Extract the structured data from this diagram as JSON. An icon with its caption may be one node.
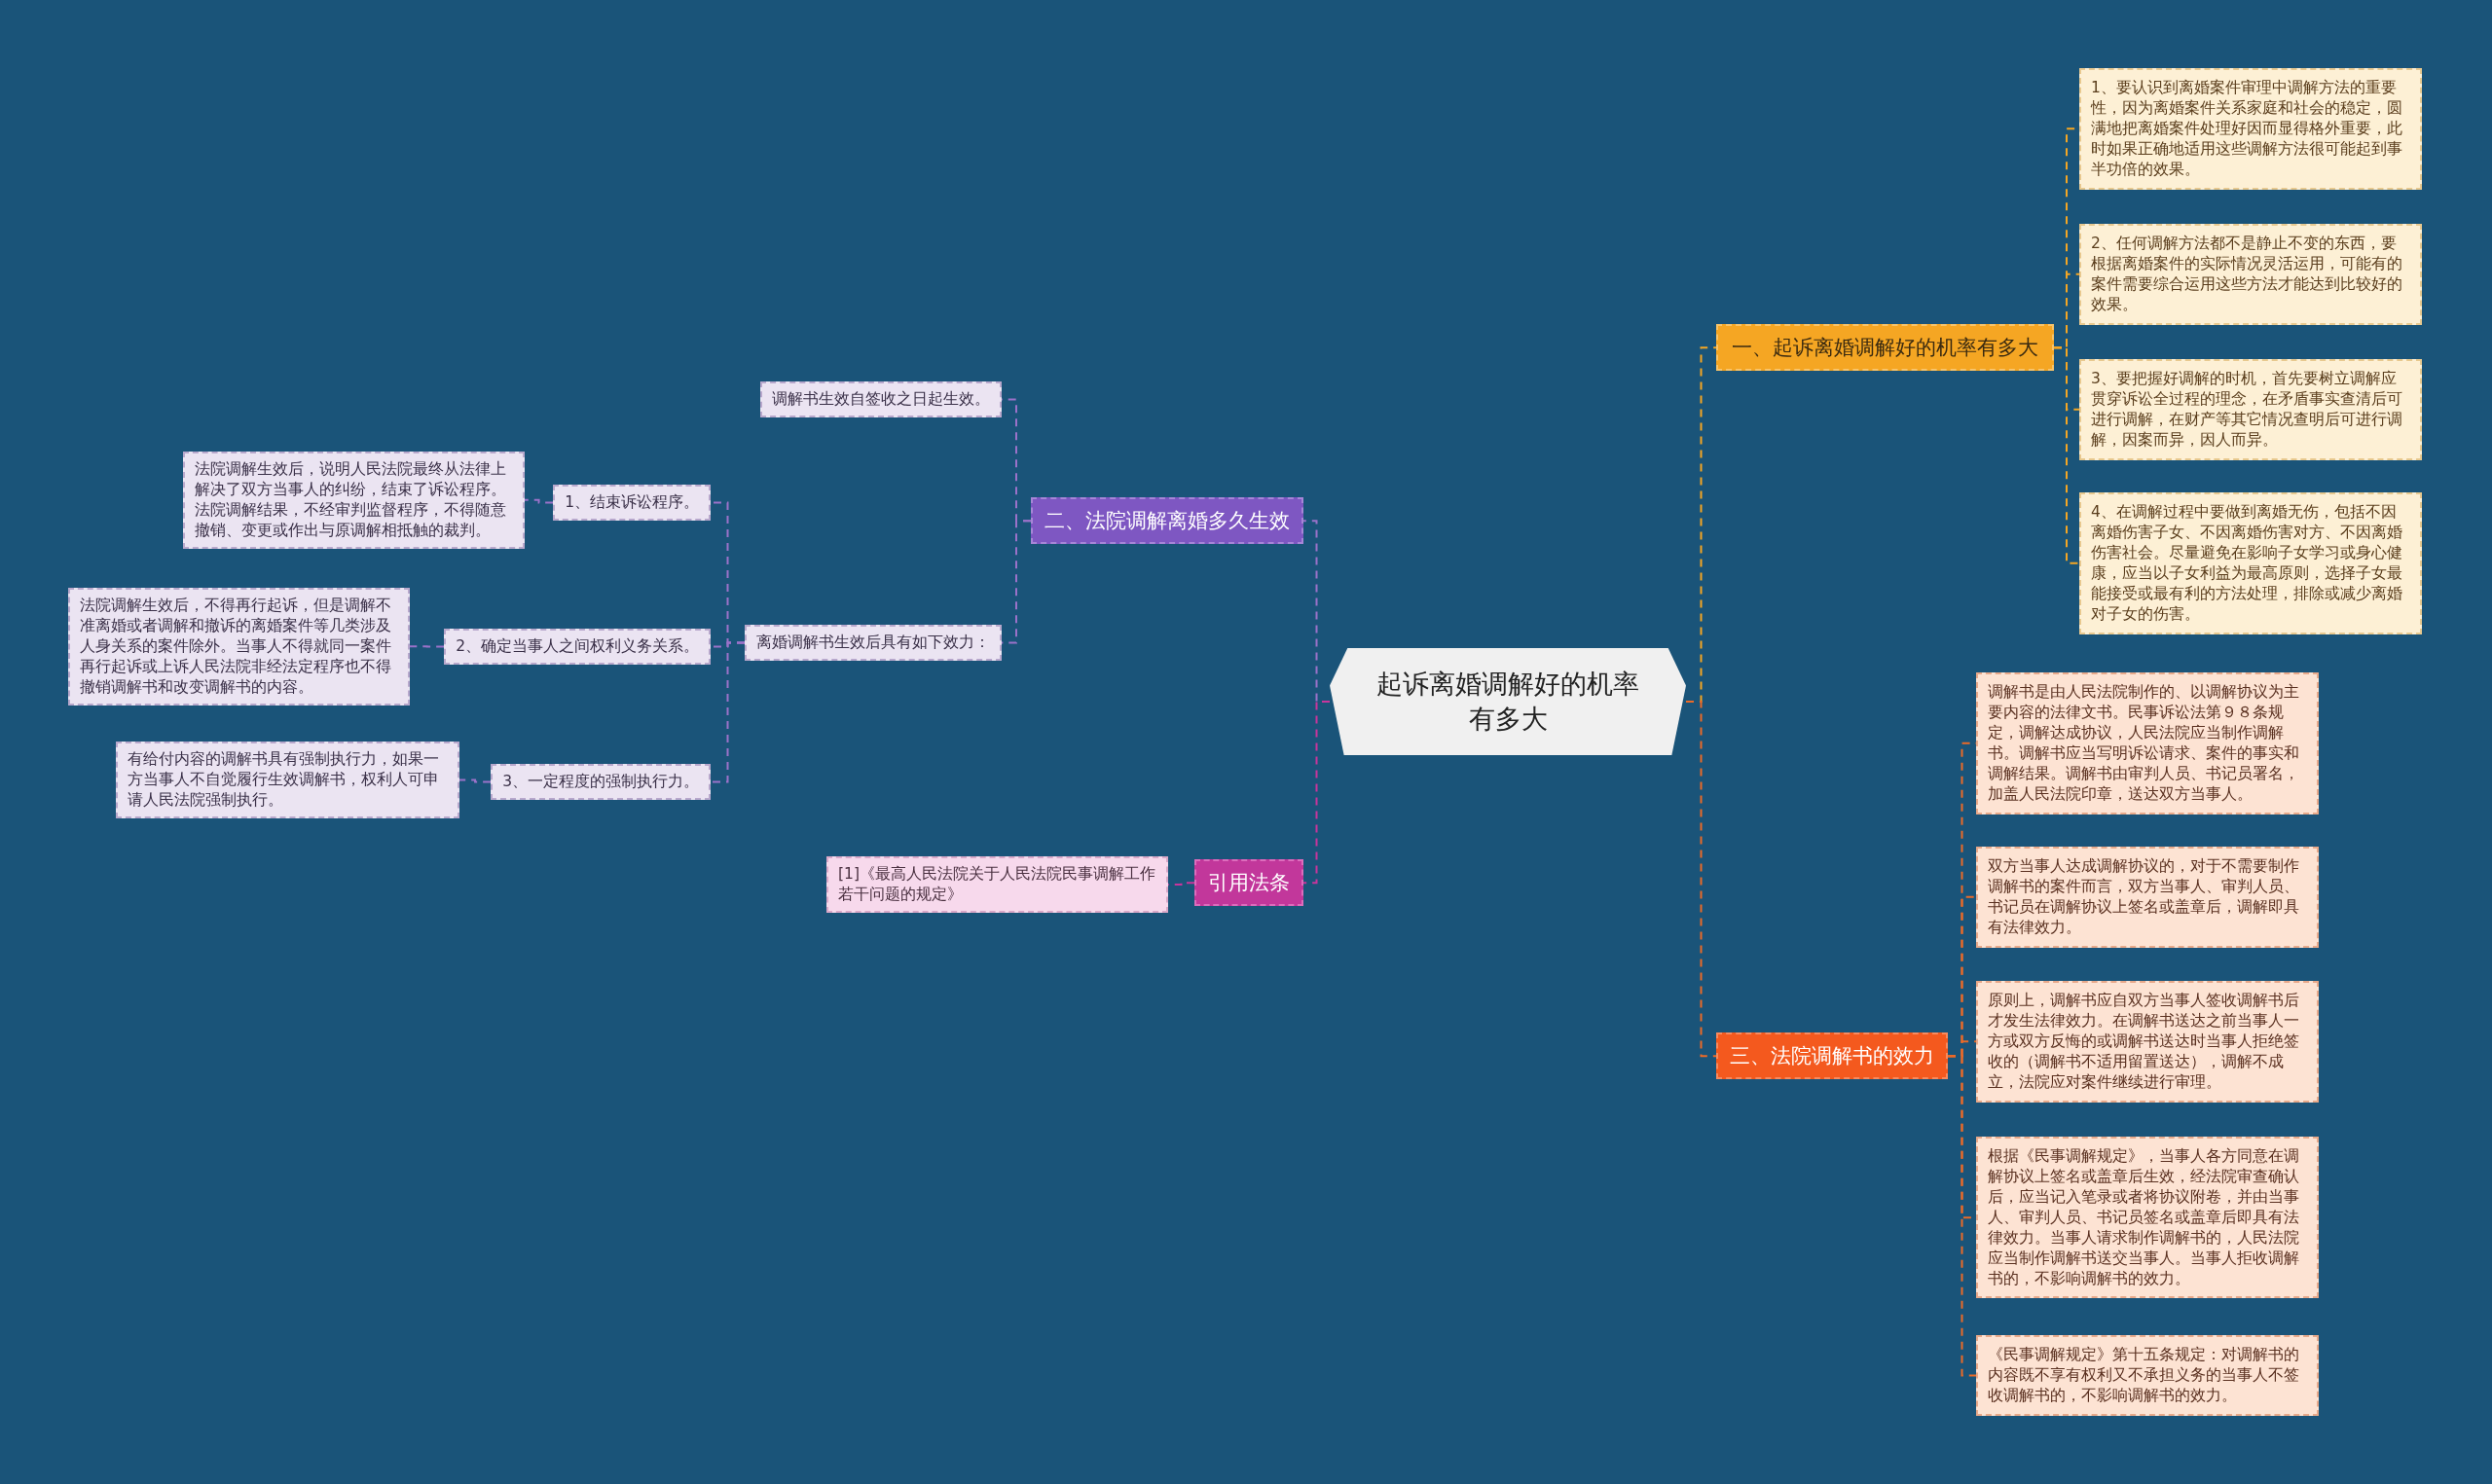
{
  "diagram": {
    "nodes": [
      {
        "text": [
          "起诉离婚调解好的机率有多大"
        ]
      },
      {
        "text": [
          "一、起诉离婚调解好的机率有多大"
        ]
      },
      {
        "text": [
          "1、要认识到离婚案件审理中调解方法的重要性，因为离婚案件关系家庭和社会的稳定，圆满地把离婚案件处理好因而显得格外重要，此时如果正确地适用这些调解方法很可能起到事半功倍的效果。"
        ]
      },
      {
        "text": [
          "2、任何调解方法都不是静止不变的东西，要根据离婚案件的实际情况灵活运用，可能有的案件需要综合运用这些方法才能达到比较好的效果。"
        ]
      },
      {
        "text": [
          "3、要把握好调解的时机，首先要树立调解应贯穿诉讼全过程的理念，在矛盾事实查清后可进行调解，在财产等其它情况查明后可进行调解，因案而异，因人而异。"
        ]
      },
      {
        "text": [
          "4、在调解过程中要做到离婚无伤，包括不因离婚伤害子女、不因离婚伤害对方、不因离婚伤害社会。尽量避免在影响子女学习或身心健康，应当以子女利益为最高原则，选择子女最能接受或最有利的方法处理，排除或减少离婚对子女的伤害。"
        ]
      },
      {
        "text": [
          "二、法院调解离婚多久生效"
        ]
      },
      {
        "text": [
          "调解书生效自签收之日起生效。"
        ]
      },
      {
        "text": [
          "离婚调解书生效后具有如下效力："
        ]
      },
      {
        "text": [
          "1、结束诉讼程序。"
        ]
      },
      {
        "text": [
          "法院调解生效后，说明人民法院最终从法律上解决了双方当事人的纠纷，结束了诉讼程序。法院调解结果，不经审判监督程序，不得随意撤销、变更或作出与原调解相抵触的裁判。"
        ]
      },
      {
        "text": [
          "2、确定当事人之间权利义务关系。"
        ]
      },
      {
        "text": [
          "法院调解生效后，不得再行起诉，但是调解不准离婚或者调解和撤诉的离婚案件等几类涉及人身关系的案件除外。当事人不得就同一案件再行起诉或上诉人民法院非经法定程序也不得撤销调解书和改变调解书的内容。"
        ]
      },
      {
        "text": [
          "3、一定程度的强制执行力。"
        ]
      },
      {
        "text": [
          "有给付内容的调解书具有强制执行力，如果一方当事人不自觉履行生效调解书，权利人可申请人民法院强制执行。"
        ]
      },
      {
        "text": [
          "引用法条"
        ]
      },
      {
        "text": [
          "[1]《最高人民法院关于人民法院民事调解工作若干问题的规定》"
        ]
      },
      {
        "text": [
          "三、法院调解书的效力"
        ]
      },
      {
        "text": [
          "调解书是由人民法院制作的、以调解协议为主要内容的法律文书。民事诉讼法第９８条规定，调解达成协议，人民法院应当制作调解书。调解书应当写明诉讼请求、案件的事实和调解结果。调解书由审判人员、书记员署名，加盖人民法院印章，送达双方当事人。"
        ]
      },
      {
        "text": [
          "双方当事人达成调解协议的，对于不需要制作调解书的案件而言，双方当事人、审判人员、书记员在调解协议上签名或盖章后，调解即具有法律效力。"
        ]
      },
      {
        "text": [
          "原则上，调解书应自双方当事人签收调解书后才发生法律效力。在调解书送达之前当事人一方或双方反悔的或调解书送达时当事人拒绝签收的（调解书不适用留置送达），调解不成立，法院应对案件继续进行审理。"
        ]
      },
      {
        "text": [
          "根据《民事调解规定》，当事人各方同意在调解协议上签名或盖章后生效，经法院审查确认后，应当记入笔录或者将协议附卷，并由当事人、审判人员、书记员签名或盖章后即具有法律效力。当事人请求制作调解书的，人民法院应当制作调解书送交当事人。当事人拒收调解书的，不影响调解书的效力。"
        ]
      },
      {
        "text": [
          "《民事调解规定》第十五条规定：对调解书的内容既不享有权利又不承担义务的当事人不签收调解书的，不影响调解书的效力。"
        ]
      }
    ],
    "edges": [
      {
        "from": 0,
        "to": 1,
        "arrow": "none",
        "style": "dashed",
        "color": "#f5a623"
      },
      {
        "from": 1,
        "to": 2,
        "arrow": "none",
        "style": "dashed",
        "color": "#f5a623"
      },
      {
        "from": 1,
        "to": 3,
        "arrow": "none",
        "style": "dashed",
        "color": "#f5a623"
      },
      {
        "from": 1,
        "to": 4,
        "arrow": "none",
        "style": "dashed",
        "color": "#f5a623"
      },
      {
        "from": 1,
        "to": 5,
        "arrow": "none",
        "style": "dashed",
        "color": "#f5a623"
      },
      {
        "from": 0,
        "to": 6,
        "arrow": "none",
        "style": "dashed",
        "color": "#9b72c9"
      },
      {
        "from": 6,
        "to": 7,
        "arrow": "none",
        "style": "dashed",
        "color": "#9b72c9"
      },
      {
        "from": 6,
        "to": 8,
        "arrow": "none",
        "style": "dashed",
        "color": "#9b72c9"
      },
      {
        "from": 8,
        "to": 9,
        "arrow": "none",
        "style": "dashed",
        "color": "#9b72c9"
      },
      {
        "from": 9,
        "to": 10,
        "arrow": "none",
        "style": "dashed",
        "color": "#9b72c9"
      },
      {
        "from": 8,
        "to": 11,
        "arrow": "none",
        "style": "dashed",
        "color": "#9b72c9"
      },
      {
        "from": 11,
        "to": 12,
        "arrow": "none",
        "style": "dashed",
        "color": "#9b72c9"
      },
      {
        "from": 8,
        "to": 13,
        "arrow": "none",
        "style": "dashed",
        "color": "#9b72c9"
      },
      {
        "from": 13,
        "to": 14,
        "arrow": "none",
        "style": "dashed",
        "color": "#9b72c9"
      },
      {
        "from": 0,
        "to": 15,
        "arrow": "none",
        "style": "dashed",
        "color": "#c8359c"
      },
      {
        "from": 15,
        "to": 16,
        "arrow": "none",
        "style": "dashed",
        "color": "#c8359c"
      },
      {
        "from": 0,
        "to": 17,
        "arrow": "none",
        "style": "dashed",
        "color": "#ea6a28"
      },
      {
        "from": 17,
        "to": 18,
        "arrow": "none",
        "style": "dashed",
        "color": "#ea6a28"
      },
      {
        "from": 17,
        "to": 19,
        "arrow": "none",
        "style": "dashed",
        "color": "#ea6a28"
      },
      {
        "from": 17,
        "to": 20,
        "arrow": "none",
        "style": "dashed",
        "color": "#ea6a28"
      },
      {
        "from": 17,
        "to": 21,
        "arrow": "none",
        "style": "dashed",
        "color": "#ea6a28"
      },
      {
        "from": 17,
        "to": 22,
        "arrow": "none",
        "style": "dashed",
        "color": "#ea6a28"
      }
    ]
  }
}
